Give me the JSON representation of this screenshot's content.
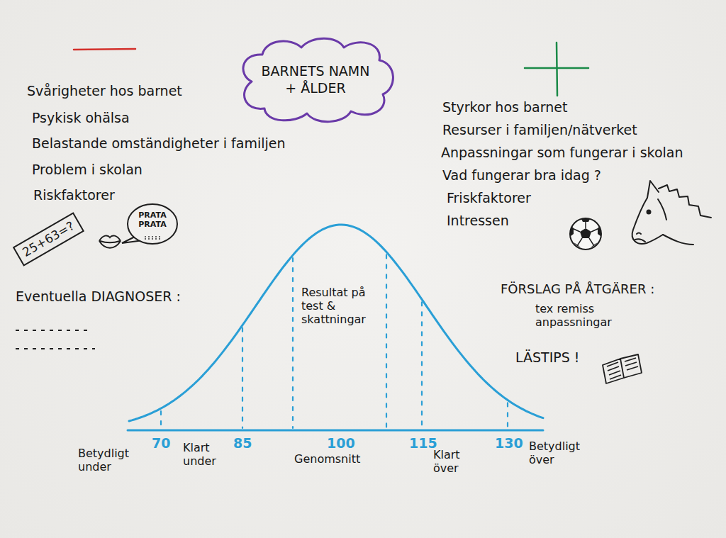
{
  "diagram": {
    "nodes": [
      {
        "text": [
          "BARNETS NAMN + ÅLDER"
        ]
      },
      {
        "text": [
          "25+63=?"
        ]
      },
      {
        "text": [
          "PRATA PRATA"
        ]
      }
    ],
    "labels": [
      "Svårigheter hos barnet",
      "Psykisk ohälsa",
      "Belastande omständigheter i familjen",
      "Problem i skolan",
      "Riskfaktorer",
      "Styrkor hos barnet",
      "Resurser i familjen/nätverket",
      "Anpassningar som fungerar i skolan",
      "Vad fungerar bra idag ?",
      "Friskfaktorer",
      "Intressen",
      "Eventuella DIAGNOSER :",
      "Resultat på test & skattningar",
      "FÖRSLAG PÅ ÅTGÄRER :",
      "tex remiss anpassningar",
      "LÄSTIPS !",
      "70",
      "85",
      "100",
      "115",
      "130",
      "Betydligt under",
      "Klart under",
      "Genomsnitt",
      "Klart över",
      "Betydligt över"
    ]
  }
}
